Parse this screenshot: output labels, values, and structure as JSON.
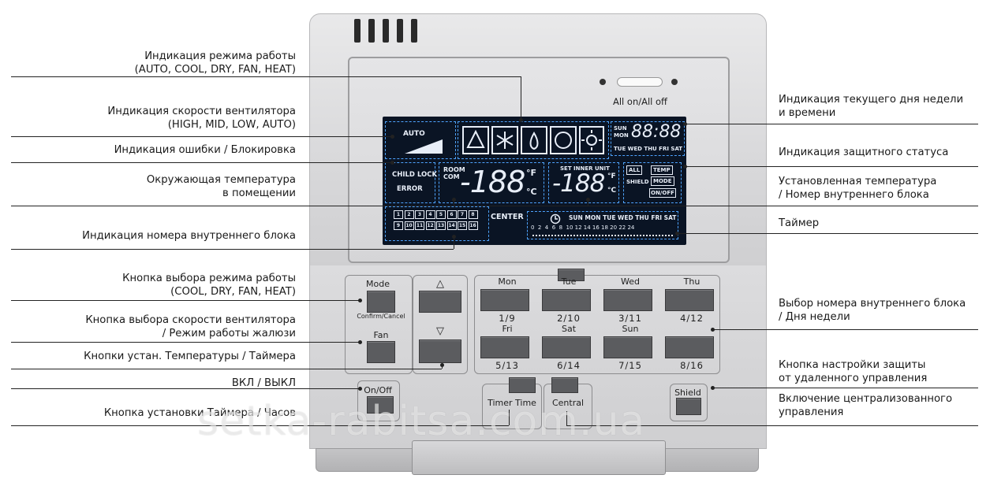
{
  "left_labels": [
    {
      "lines": [
        "Индикация режима работы",
        "(AUTO, COOL, DRY, FAN, HEAT)"
      ]
    },
    {
      "lines": [
        "Индикация скорости вентилятора",
        "(HIGH, MID, LOW, AUTO)"
      ]
    },
    {
      "lines": [
        "Индикация ошибки / Блокировка"
      ]
    },
    {
      "lines": [
        "Окружающая температура",
        "в помещении"
      ]
    },
    {
      "lines": [
        "Индикация номера внутреннего блока"
      ]
    },
    {
      "lines": [
        "Кнопка выбора режима работы",
        "(COOL, DRY, FAN, HEAT)"
      ]
    },
    {
      "lines": [
        "Кнопка выбора скорости вентилятора",
        "/ Режим работы жалюзи"
      ]
    },
    {
      "lines": [
        "Кнопки устан. Температуры / Таймера"
      ]
    },
    {
      "lines": [
        "ВКЛ / ВЫКЛ"
      ]
    },
    {
      "lines": [
        "Кнопка установки Таймера / Часов"
      ]
    }
  ],
  "right_labels": [
    {
      "lines": [
        "Индикация текущего дня недели",
        "и времени"
      ]
    },
    {
      "lines": [
        "Индикация защитного статуса"
      ]
    },
    {
      "lines": [
        "Установленная температура",
        "/ Номер внутреннего блока"
      ]
    },
    {
      "lines": [
        "Таймер"
      ]
    },
    {
      "lines": [
        "Выбор номера внутреннего блока",
        "/ Дня недели"
      ]
    },
    {
      "lines": [
        "Кнопка настройки защиты",
        "от удаленного управления"
      ]
    },
    {
      "lines": [
        "Включение централизованного",
        "управления"
      ]
    }
  ],
  "device": {
    "all_on_off": "All on/All off",
    "lcd": {
      "auto": "AUTO",
      "child_lock": "CHILD LOCK",
      "error": "ERROR",
      "room": "ROOM",
      "com": "COM",
      "room_temp": "-188",
      "deg_f": "°F",
      "deg_c": "°C",
      "set_inner_unit": "SET INNER UNIT",
      "set_temp": "-188",
      "sun": "SUN",
      "mon": "MON",
      "clock": "88:88",
      "days_top": "TUE WED THU FRI SAT",
      "shield_all": "ALL",
      "shield_temp": "TEMP",
      "shield": "SHIELD",
      "shield_mode": "MODE",
      "shield_onoff": "ON/OFF",
      "unit_numbers": [
        "1",
        "2",
        "3",
        "4",
        "5",
        "6",
        "7",
        "8",
        "9",
        "10",
        "11",
        "12",
        "13",
        "14",
        "15",
        "16"
      ],
      "center": "CENTER",
      "timer_days": "SUN MON TUE WED THU FRI SAT",
      "timer_hours": "0  2  4  6  8  10 12 14 16 18 20 22 24"
    },
    "buttons": {
      "mode": "Mode",
      "confirm_cancel": "Confirm/Cancel",
      "fan": "Fan",
      "up": "△",
      "down": "▽",
      "on_off": "On/Off",
      "timer_time": "Timer Time",
      "central": "Central",
      "shield": "Shield"
    },
    "day_buttons": [
      {
        "day": "Mon",
        "num": "1/9"
      },
      {
        "day": "Tue",
        "num": "2/10"
      },
      {
        "day": "Wed",
        "num": "3/11"
      },
      {
        "day": "Thu",
        "num": "4/12"
      },
      {
        "day": "Fri",
        "num": "5/13"
      },
      {
        "day": "Sat",
        "num": "6/14"
      },
      {
        "day": "Sun",
        "num": "7/15"
      },
      {
        "day": "",
        "num": "8/16"
      }
    ]
  },
  "watermark": "setka-rabitsa.com.ua"
}
